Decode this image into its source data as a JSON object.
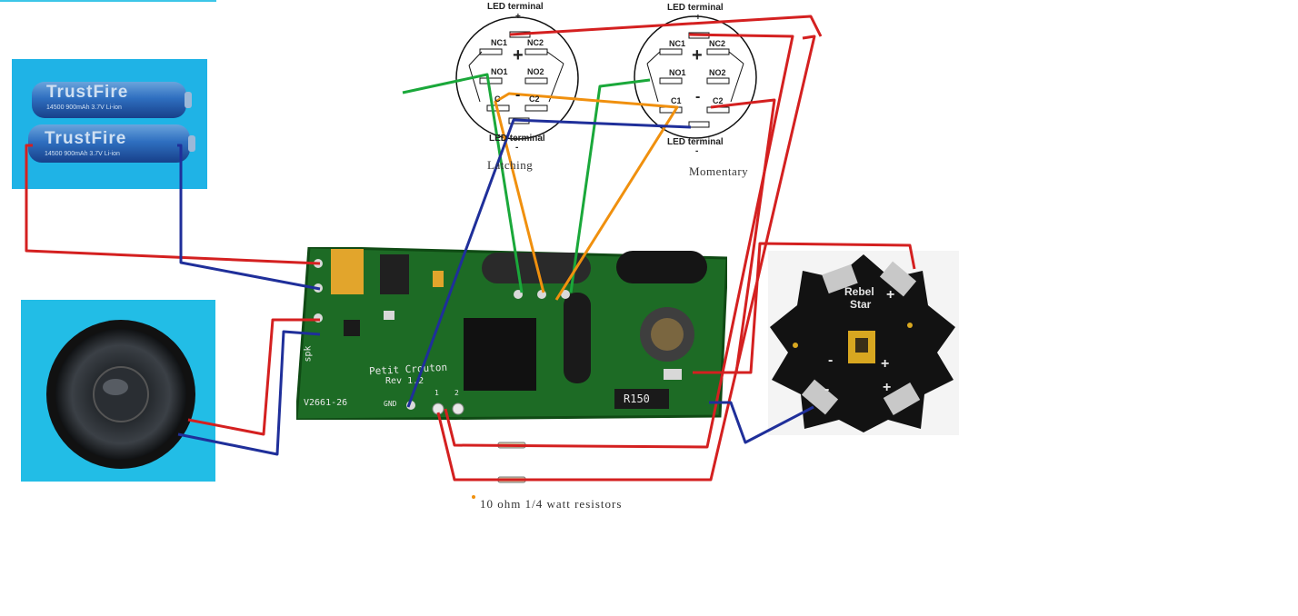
{
  "switch_latching": {
    "led_terminal_top": "LED terminal",
    "led_terminal_bottom": "LED terminal",
    "plus": "+",
    "minus": "-",
    "nc1": "NC1",
    "nc2": "NC2",
    "no1": "NO1",
    "no2": "NO2",
    "c1": "C",
    "c2": "C2",
    "caption": "Latching"
  },
  "switch_momentary": {
    "led_terminal_top": "LED terminal",
    "led_terminal_bottom": "LED terminal",
    "plus": "+",
    "minus": "-",
    "nc1": "NC1",
    "nc2": "NC2",
    "no1": "NO1",
    "no2": "NO2",
    "c1": "C1",
    "c2": "C2",
    "caption": "Momentary"
  },
  "battery": {
    "brand": "TrustFire",
    "spec": "14500 900mAh 3.7V Li-ion"
  },
  "pcb": {
    "board_label": "Petit Crouton",
    "revision": "Rev 1.2",
    "part_number": "V2661-26",
    "gnd": "GND",
    "spk": "spk",
    "resistor_code": "R150",
    "pin_labels": [
      "1",
      "2"
    ]
  },
  "led_star": {
    "label_line1": "Rebel",
    "label_line2": "Star",
    "plus": "+",
    "minus": "-"
  },
  "resistor_note": "10 ohm 1/4 watt resistors",
  "colors": {
    "red": "#d42020",
    "blue": "#1f2f9a",
    "green": "#1aa83a",
    "orange": "#f0900e",
    "cyan": "#2ec4ee",
    "pcb": "#1d6b25"
  }
}
